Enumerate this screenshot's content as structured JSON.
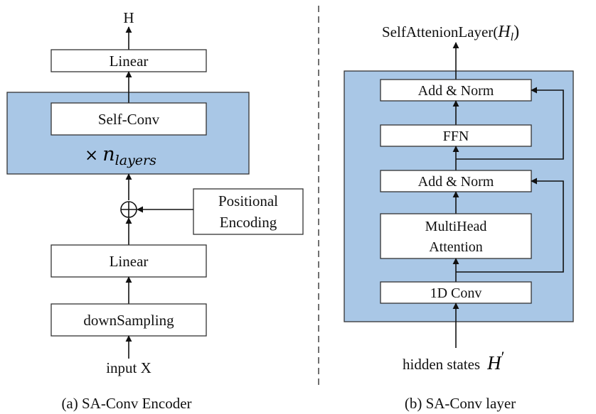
{
  "encoder": {
    "output_label": "H",
    "top_linear_label": "Linear",
    "self_conv_label": "Self-Conv",
    "repeat_symbol": "×",
    "repeat_var": "n",
    "repeat_sub": "layers",
    "positional_line1": "Positional",
    "positional_line2": "Encoding",
    "add_symbol": "⊕",
    "bottom_linear_label": "Linear",
    "downsampling_label": "downSampling",
    "input_label": "input X",
    "caption": "(a) SA-Conv Encoder"
  },
  "layer": {
    "output_label_prefix": "SelfAttenionLayer(",
    "output_label_var": "H",
    "output_label_sub": "l",
    "output_label_suffix": ")",
    "add_norm_top_label": "Add & Norm",
    "ffn_label": "FFN",
    "add_norm_bottom_label": "Add & Norm",
    "mha_line1": "MultiHead",
    "mha_line2": "Attention",
    "conv_label": "1D Conv",
    "input_label": "hidden states",
    "input_var": "H",
    "input_prime": "′",
    "caption": "(b) SA-Conv layer"
  },
  "colors": {
    "panel_fill": "#a9c7e6",
    "box_fill": "#ffffff",
    "stroke": "#333333"
  }
}
